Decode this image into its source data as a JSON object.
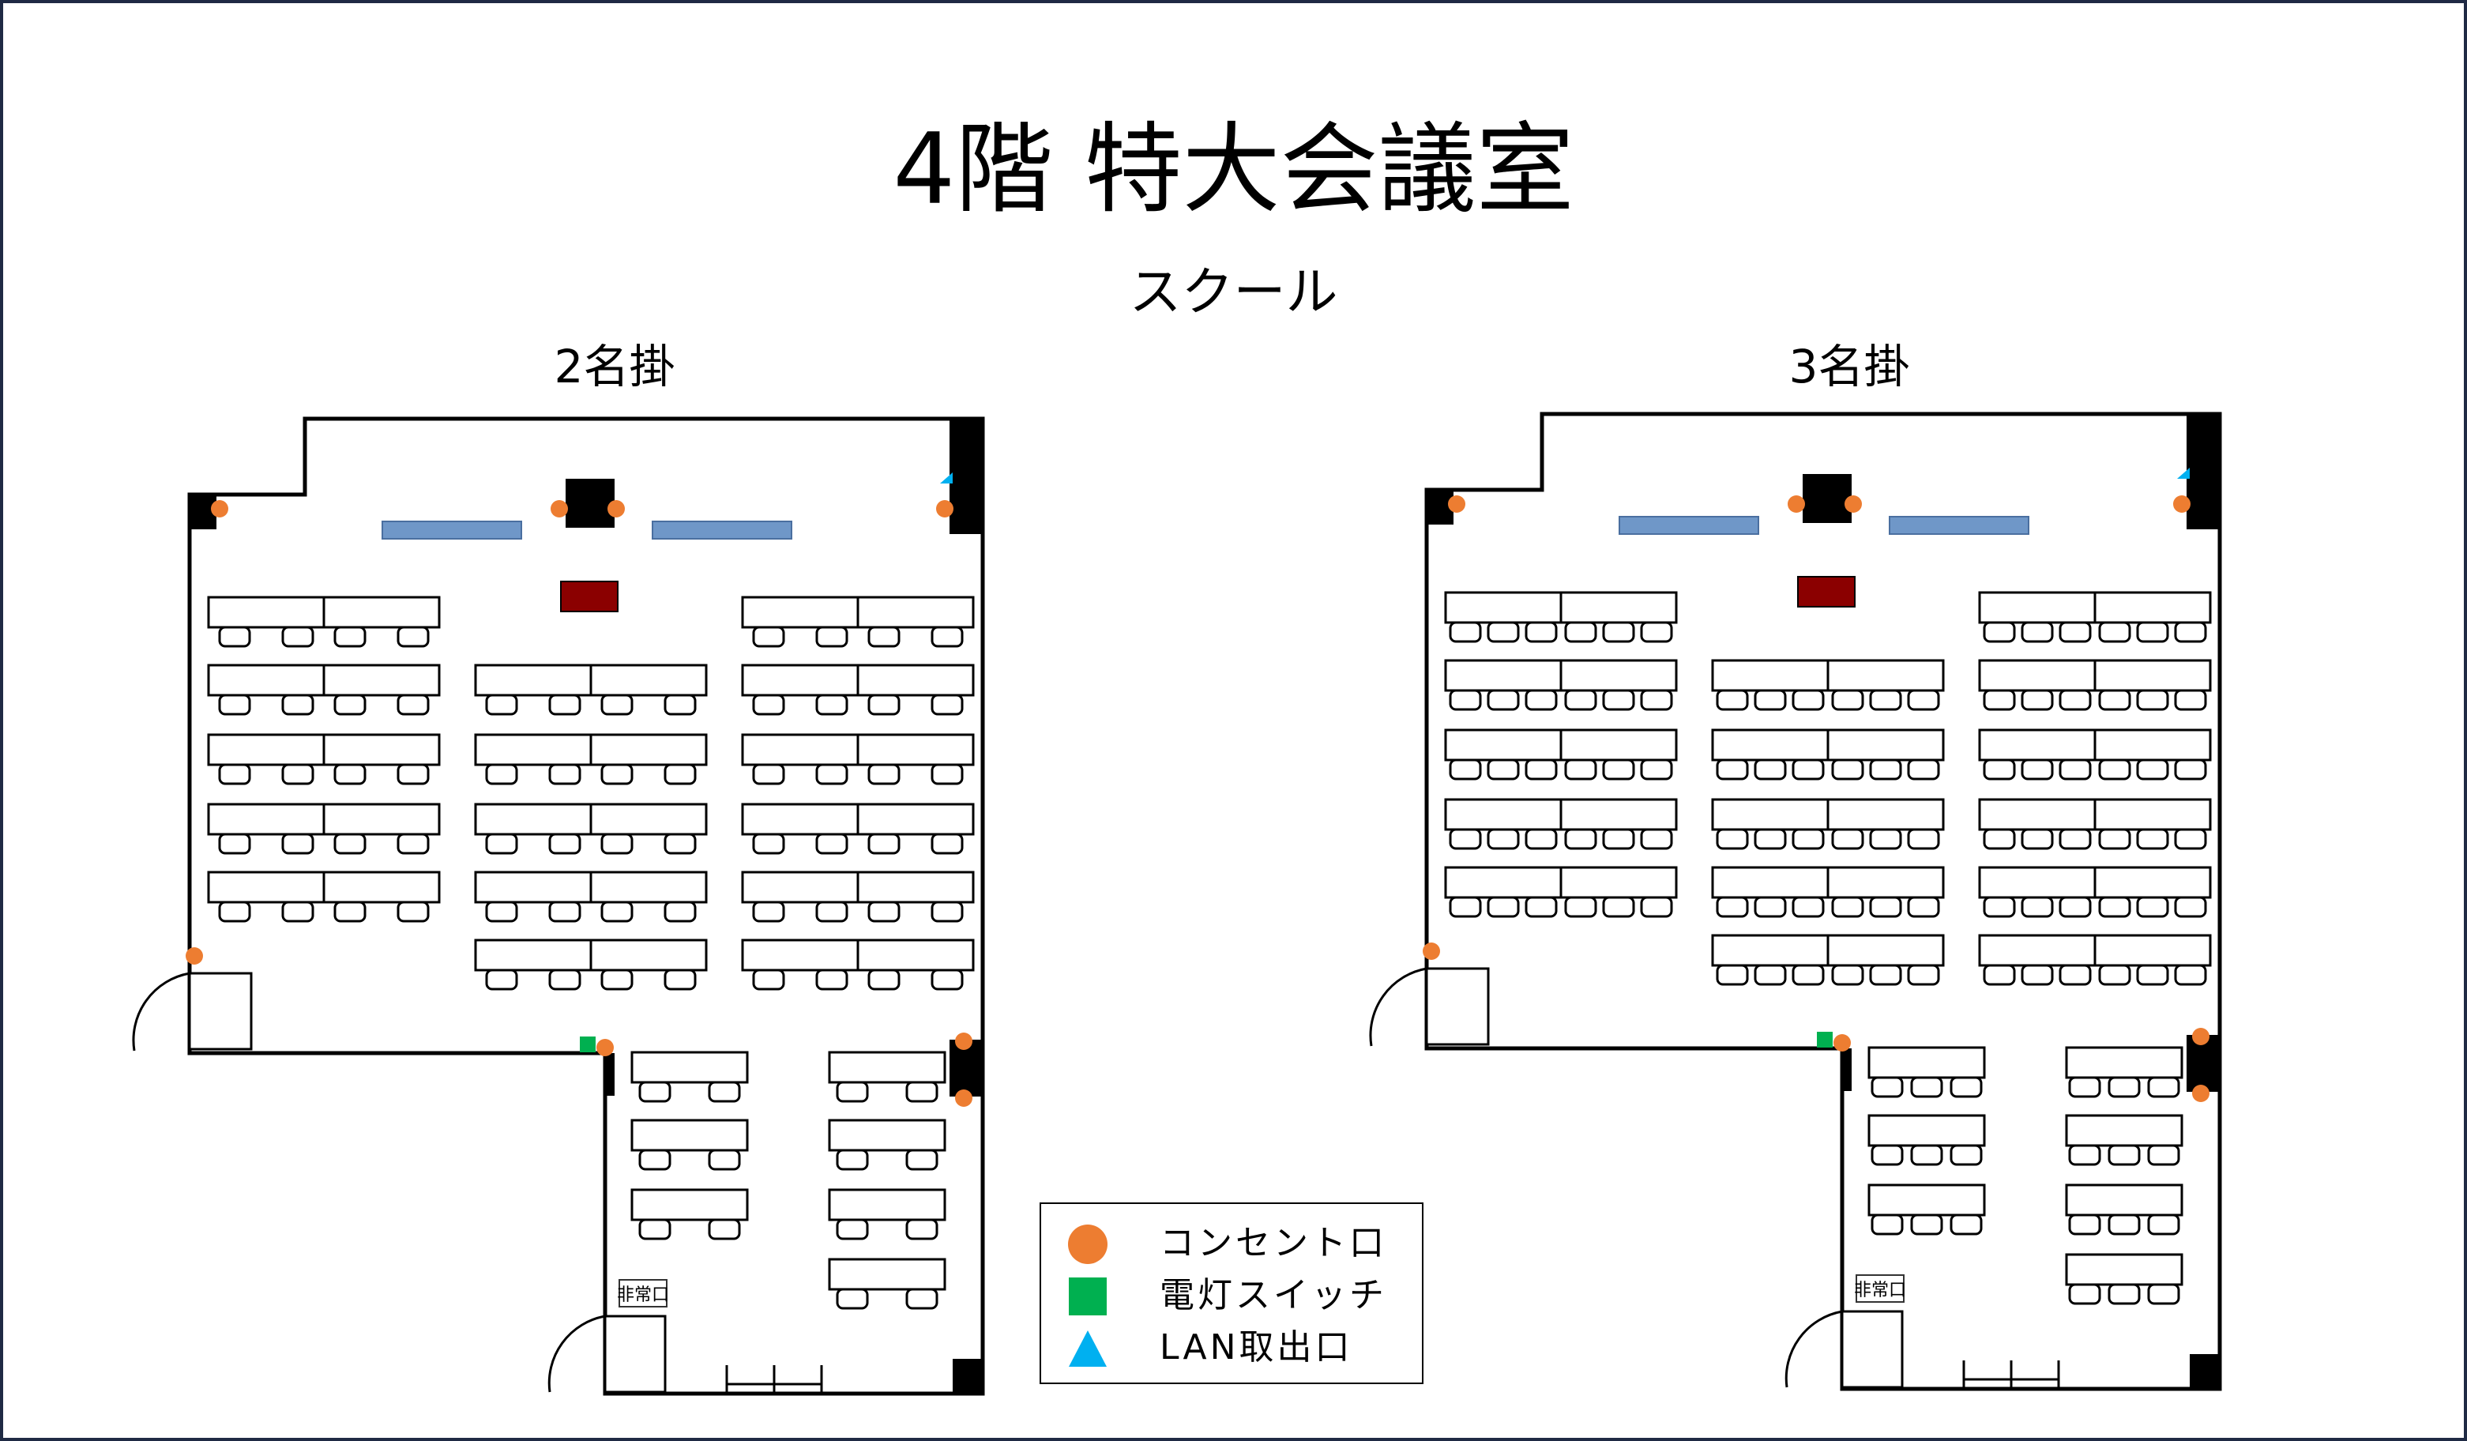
{
  "page": {
    "title": "4階  特大会議室",
    "subtitle": "スクール"
  },
  "plans": {
    "left": {
      "label": "2名掛"
    },
    "right": {
      "label": "3名掛"
    }
  },
  "legend": {
    "items": [
      {
        "symbol": "orange-circle",
        "label": "コンセント口",
        "color": "#ed7d31"
      },
      {
        "symbol": "green-square",
        "label": "電灯スイッチ",
        "color": "#00b050"
      },
      {
        "symbol": "blue-triangle",
        "label": "LAN取出口",
        "color": "#00b0f0"
      }
    ]
  },
  "colors": {
    "frame": "#1f2a44",
    "whiteboard": "#6f97c8",
    "podium": "#8b0000",
    "pillar": "#000000",
    "outlet": "#ed7d31",
    "switch": "#00b050",
    "lan": "#00b0f0"
  },
  "sign": {
    "text": "非常口"
  }
}
